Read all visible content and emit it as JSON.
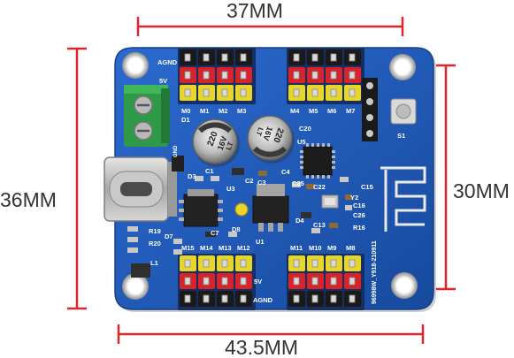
{
  "dimensions": {
    "top": "37MM",
    "bottom": "43.5MM",
    "left": "36MM",
    "right": "30MM",
    "line_color": "#e0262b"
  },
  "board": {
    "pcb_color": "#1f5bb8",
    "header_colors": {
      "signal": "#e8d52a",
      "power": "#d8232a",
      "ground": "#1a1a1a"
    },
    "silkscreen": {
      "agnd_top": "AGND",
      "v5_top": "5V",
      "v5_bottom": "5V",
      "agnd_bottom": "AGND",
      "gnd_side": "GND",
      "d1": "D1",
      "d3": "D3",
      "d7": "D7",
      "d4": "D4",
      "d8": "D8",
      "u1": "U1",
      "u3": "U3",
      "u5": "U5",
      "c1": "C1",
      "c2": "C2",
      "c3": "C3",
      "c4": "C4",
      "c7": "C7",
      "c13": "C13",
      "c15": "C15",
      "c16": "C16",
      "c20": "C20",
      "c22": "C22",
      "c25": "C25",
      "c26": "C26",
      "r16": "R16",
      "r19": "R19",
      "r20": "R20",
      "l1": "L1",
      "s1": "S1",
      "y2": "Y2",
      "model": "96998W_Y918-210911",
      "top_left_pins": [
        "M0",
        "M1",
        "M2",
        "M3"
      ],
      "top_right_pins": [
        "M4",
        "M5",
        "M6",
        "M7"
      ],
      "bottom_left_pins": [
        "M15",
        "M14",
        "M13",
        "M12"
      ],
      "bottom_right_pins": [
        "M11",
        "M10",
        "M9",
        "M8"
      ],
      "cap_left": {
        "value": "220",
        "voltage": "16V",
        "mark": "LT"
      },
      "cap_right": {
        "value": "220",
        "voltage": "16V",
        "mark": "LT"
      }
    }
  }
}
